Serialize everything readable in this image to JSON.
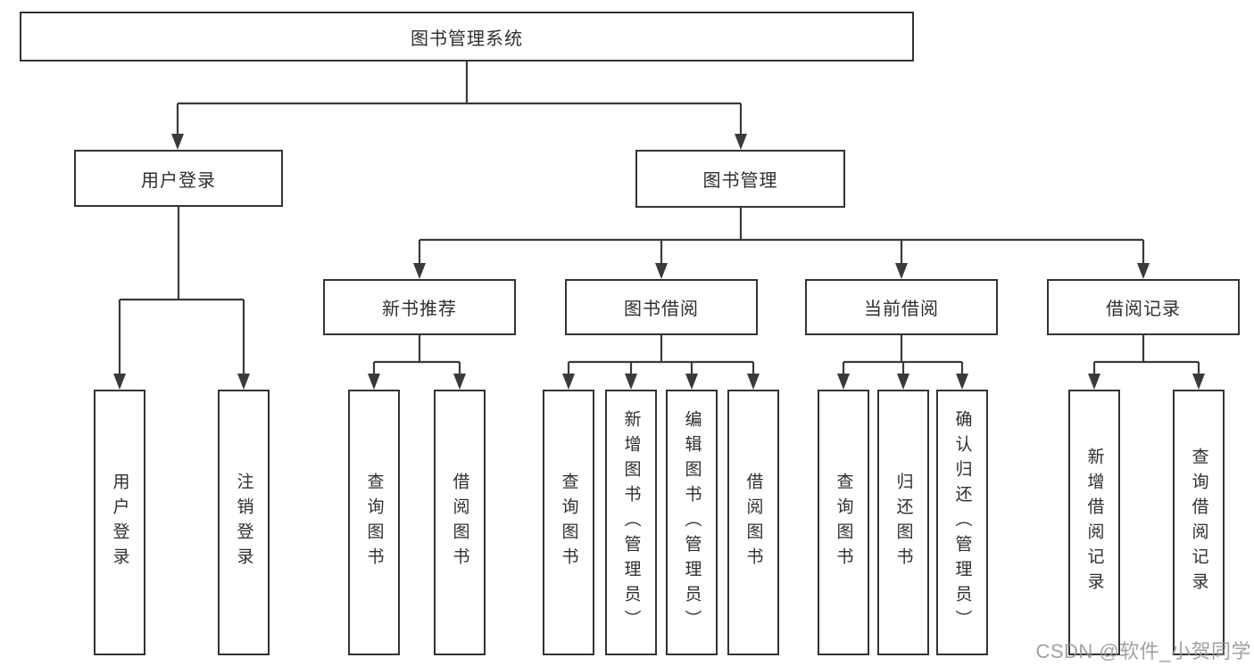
{
  "diagram": {
    "title": "图书管理系统",
    "branches": [
      {
        "label": "用户登录",
        "children": [
          "用户登录",
          "注销登录"
        ]
      },
      {
        "label": "图书管理",
        "groups": [
          {
            "label": "新书推荐",
            "children": [
              "查询图书",
              "借阅图书"
            ]
          },
          {
            "label": "图书借阅",
            "children": [
              "查询图书",
              "新增图书（管理员）",
              "编辑图书（管理员）",
              "借阅图书"
            ]
          },
          {
            "label": "当前借阅",
            "children": [
              "查询图书",
              "归还图书",
              "确认归还（管理员）"
            ]
          },
          {
            "label": "借阅记录",
            "children": [
              "新增借阅记录",
              "查询借阅记录"
            ]
          }
        ]
      }
    ]
  },
  "watermark": {
    "text": "CSDN @软件_小贺同学"
  },
  "colors": {
    "background": "#ffffff",
    "line": "#3a3a3a",
    "box_border": "#333333",
    "text": "#2f2f2f",
    "watermark": "#949494"
  }
}
